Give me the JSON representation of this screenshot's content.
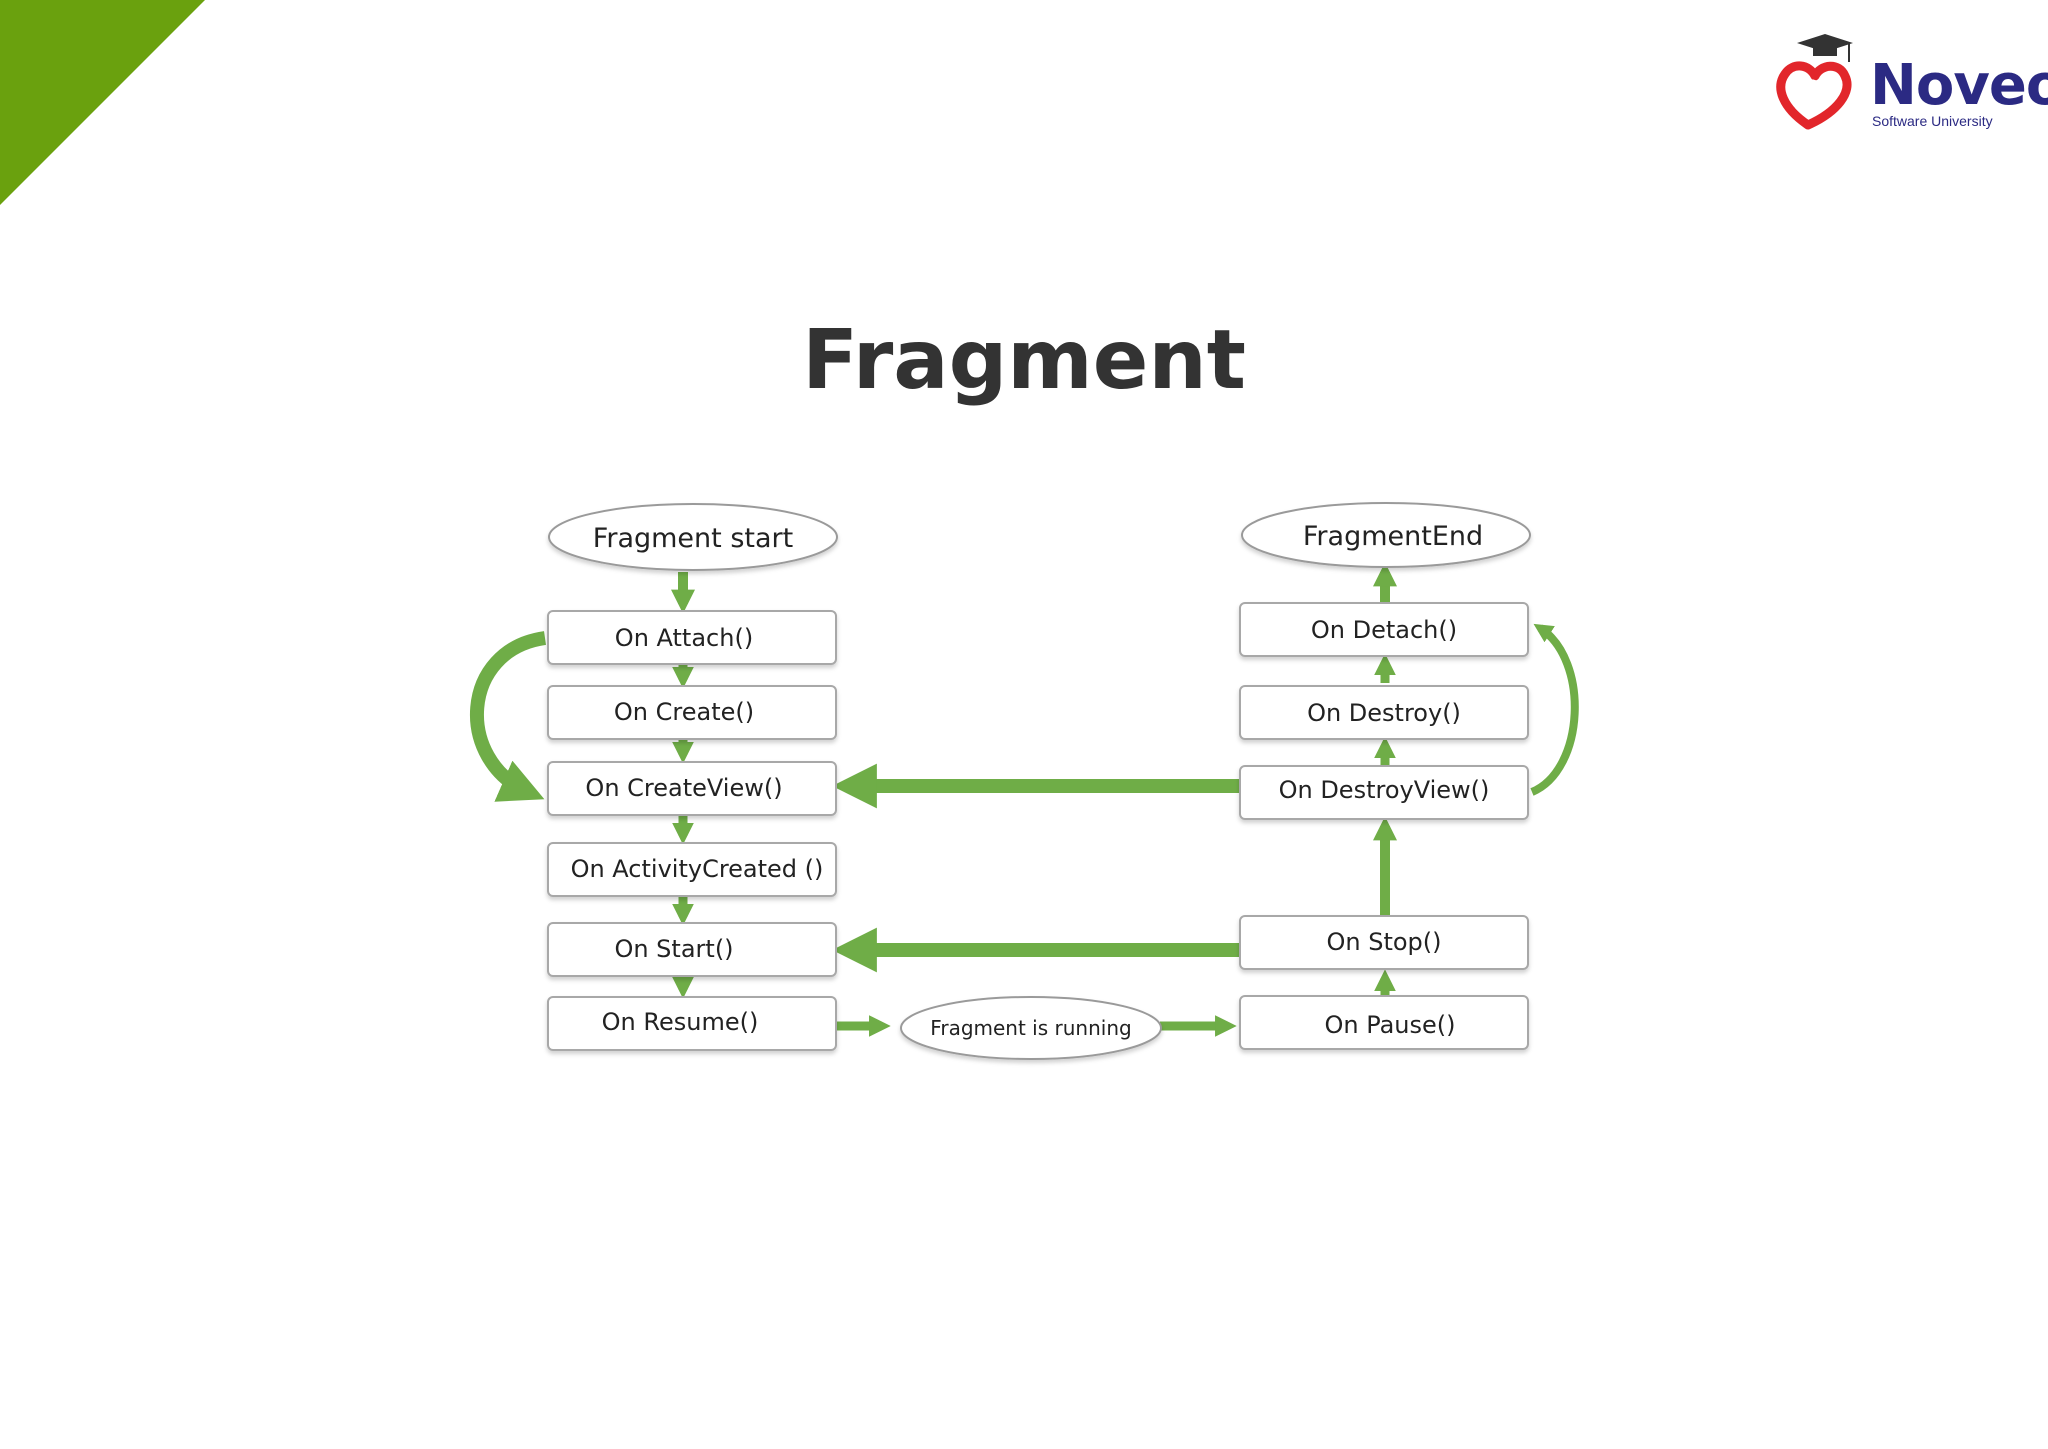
{
  "slide": {
    "title": "Fragment",
    "accent_color": "#6aa10e",
    "brand": {
      "name": "Noveo",
      "tagline": "Software University",
      "name_color": "#2b2a83",
      "mark_color": "#e2262b",
      "icon": "graduation-cap-icon"
    }
  },
  "diagram": {
    "arrow_color": "#6fad47",
    "nodes": {
      "fragment_start": "Fragment start",
      "on_attach": "On Attach()",
      "on_create": "On Create()",
      "on_create_view": "On CreateView()",
      "on_activity_created": "On ActivityCreated ()",
      "on_start": "On Start()",
      "on_resume": "On Resume()",
      "fragment_running": "Fragment is running",
      "on_pause": "On Pause()",
      "on_stop": "On Stop()",
      "on_destroy_view": "On DestroyView()",
      "on_destroy": "On Destroy()",
      "on_detach": "On Detach()",
      "fragment_end": "FragmentEnd"
    }
  }
}
